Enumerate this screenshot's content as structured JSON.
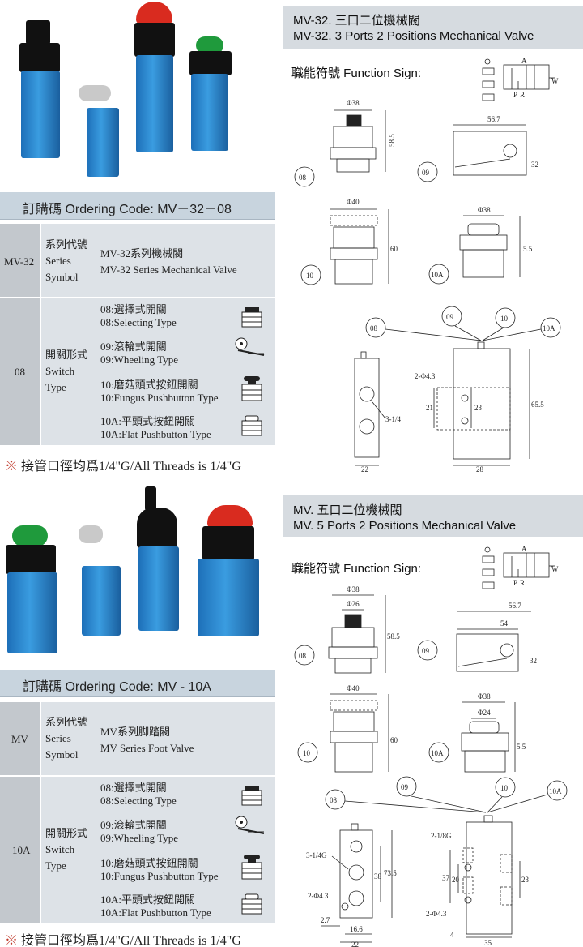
{
  "top": {
    "ordering_code": "訂購碼 Ordering Code: MV－32－08",
    "series_code": "MV-32",
    "series_label": [
      "系列代號",
      "Series",
      "Symbol"
    ],
    "series_desc": [
      "MV-32系列機械閥",
      "MV-32 Series Mechanical Valve"
    ],
    "type_code": "08",
    "type_label": [
      "開關形式",
      "Switch",
      "Type"
    ],
    "options": [
      {
        "zh": "08:選擇式開關",
        "en": "08:Selecting Type",
        "icon": "selector-switch-icon"
      },
      {
        "zh": "09:滾輪式開關",
        "en": "09:Wheeling Type",
        "icon": "roller-lever-icon"
      },
      {
        "zh": "10:磨菇頭式按鈕開關",
        "en": "10:Fungus Pushbutton Type",
        "icon": "mushroom-button-icon"
      },
      {
        "zh": "10A:平頭式按鈕開關",
        "en": "10A:Flat Pushbutton Type",
        "icon": "flat-button-icon"
      }
    ],
    "note_mark": "※",
    "note": "接管口徑均爲1/4\"G/All Threads is 1/4\"G",
    "title_zh": "MV-32. 三口二位機械閥",
    "title_en": "MV-32. 3 Ports 2 Positions Mechanical Valve",
    "function_sign": "職能符號   Function Sign:"
  },
  "bottom": {
    "ordering_code": "訂購碼 Ordering Code: MV - 10A",
    "series_code": "MV",
    "series_label": [
      "系列代號",
      "Series",
      "Symbol"
    ],
    "series_desc": [
      "MV系列脚踏閥",
      "MV Series Foot Valve"
    ],
    "type_code": "10A",
    "type_label": [
      "開關形式",
      "Switch",
      "Type"
    ],
    "options": [
      {
        "zh": "08:選擇式開關",
        "en": "08:Selecting Type",
        "icon": "selector-switch-icon"
      },
      {
        "zh": "09:滾輪式開關",
        "en": "09:Wheeling Type",
        "icon": "roller-lever-icon"
      },
      {
        "zh": "10:磨菇頭式按鈕開關",
        "en": "10:Fungus Pushbutton Type",
        "icon": "mushroom-button-icon"
      },
      {
        "zh": "10A:平頭式按鈕開關",
        "en": "10A:Flat Pushbutton Type",
        "icon": "flat-button-icon"
      }
    ],
    "note_mark": "※",
    "note": "接管口徑均爲1/4\"G/All Threads is 1/4\"G",
    "title_zh": "MV. 五口二位機械閥",
    "title_en": "MV. 5 Ports 2 Positions Mechanical Valve",
    "function_sign": "職能符號   Function Sign:"
  },
  "drawing_labels": {
    "c08": "08",
    "c09": "09",
    "c10": "10",
    "c10a": "10A",
    "d38": "Φ38",
    "d40": "Φ40",
    "d26": "Φ26",
    "d24": "Φ24",
    "h58_5": "58.5",
    "h60": "60",
    "w56_7": "56.7",
    "w54": "54",
    "h32": "32",
    "h5_5": "5.5",
    "top_port": "3-1/4",
    "top_hole": "2-Φ4.3",
    "top_21": "21",
    "top_23": "23",
    "top_65_5": "65.5",
    "top_22": "22",
    "top_28": "28",
    "bot_port": "3-1/4G",
    "bot_hole": "2-Φ4.3",
    "bot_port2": "2-1/8G",
    "bot_hole2": "2-Φ4.3",
    "bot_38": "38",
    "bot_73_5": "73.5",
    "bot_37": "37",
    "bot_20": "20",
    "bot_23": "23",
    "bot_2_7": "2.7",
    "bot_16_6": "16.6",
    "bot_22": "22",
    "bot_4": "4",
    "bot_35": "35",
    "sym_a": "A",
    "sym_p": "P",
    "sym_r": "R",
    "sym_w": "W"
  },
  "colors": {
    "header_bg": "#c8d4de",
    "table_bg": "#dde2e7",
    "table_left": "#c3c8cd",
    "valve_blue": "#2b86cf",
    "note_mark": "#c0392b"
  }
}
